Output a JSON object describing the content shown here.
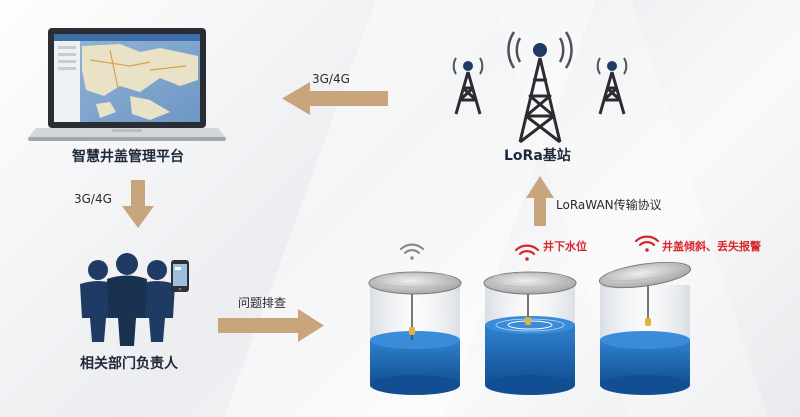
{
  "labels": {
    "platform": "智慧井盖管理平台",
    "base_station": "LoRa基站",
    "protocol": "LoRaWAN传输协议",
    "network_top": "3G/4G",
    "network_left": "3G/4G",
    "responsible": "相关部门负责人",
    "inspection": "问题排查",
    "water_level": "井下水位",
    "tilt_alarm": "井盖倾斜、丢失报警"
  },
  "colors": {
    "arrow": "#c9a57e",
    "navy": "#1f3a63",
    "alarm": "#d9262a",
    "wifi_normal": "#8a8a8a",
    "water": "#1b63ad"
  },
  "icons": {
    "laptop": "laptop-map-icon",
    "towers": "antenna-tower-icon",
    "people": "people-icon",
    "phone": "phone-icon",
    "wifi": "wifi-signal-icon",
    "manhole": "manhole-well-icon"
  }
}
